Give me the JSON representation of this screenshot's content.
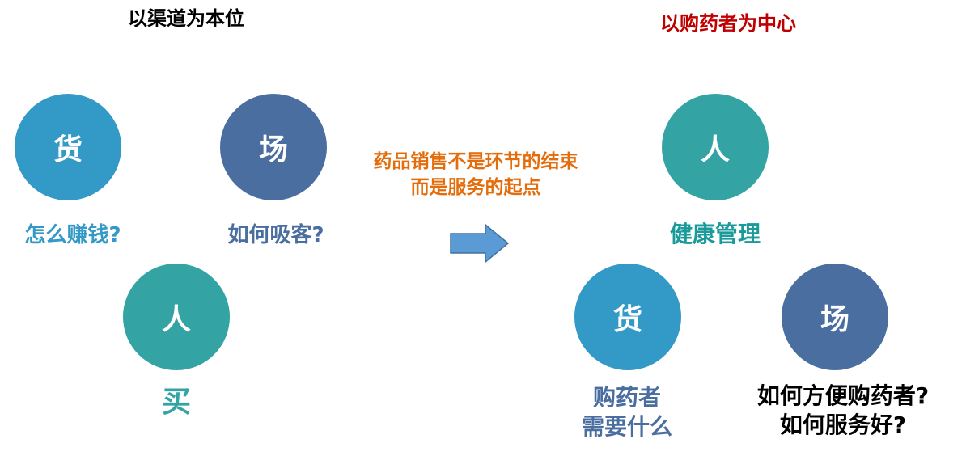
{
  "colors": {
    "heading_left": "#000000",
    "heading_right": "#c00000",
    "goods_circle": "#3399c6",
    "place_circle": "#4a6ea0",
    "people_circle": "#33a3a3",
    "transition_text": "#e46c0a",
    "arrow_fill": "#5b9bd5",
    "arrow_stroke": "#41719c",
    "goods_caption_left": "#3399c6",
    "place_caption_left": "#4a6ea0",
    "people_caption_left": "#33a3a3",
    "people_caption_right": "#1a9a9a",
    "goods_caption_right": "#4a6ea0",
    "place_caption_right": "#000000"
  },
  "left": {
    "heading": "以渠道为本位",
    "goods": {
      "label": "货",
      "caption": "怎么赚钱?"
    },
    "place": {
      "label": "场",
      "caption": "如何吸客?"
    },
    "people": {
      "label": "人",
      "caption": "买"
    }
  },
  "transition": {
    "line1": "药品销售不是环节的结束",
    "line2": "而是服务的起点"
  },
  "right": {
    "heading": "以购药者为中心",
    "people": {
      "label": "人",
      "caption": "健康管理"
    },
    "goods": {
      "label": "货",
      "caption_line1": "购药者",
      "caption_line2": "需要什么"
    },
    "place": {
      "label": "场",
      "caption_line1": "如何方便购药者?",
      "caption_line2": "如何服务好?"
    }
  }
}
